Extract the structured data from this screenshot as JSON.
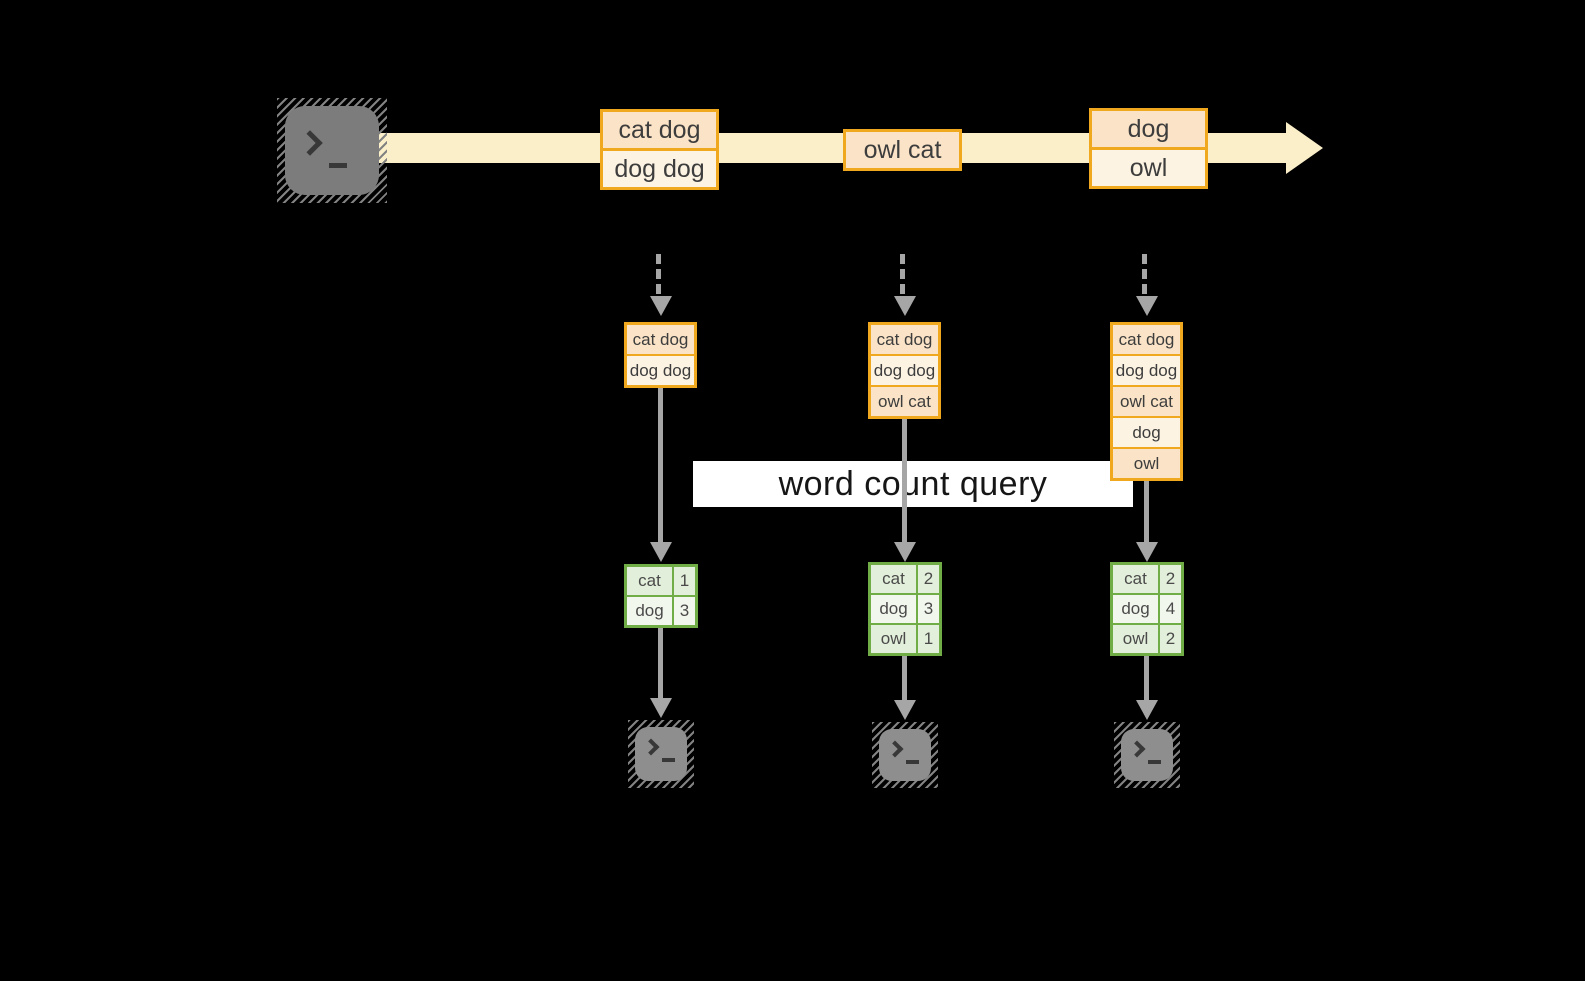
{
  "query_label": "word count query",
  "timeline": {
    "events": [
      [
        "cat dog",
        "dog dog"
      ],
      [
        "owl cat"
      ],
      [
        "dog",
        "owl"
      ]
    ]
  },
  "columns": [
    {
      "buffer": [
        "cat dog",
        "dog dog"
      ],
      "counts": [
        {
          "word": "cat",
          "count": "1"
        },
        {
          "word": "dog",
          "count": "3"
        }
      ]
    },
    {
      "buffer": [
        "cat dog",
        "dog dog",
        "owl cat"
      ],
      "counts": [
        {
          "word": "cat",
          "count": "2"
        },
        {
          "word": "dog",
          "count": "3"
        },
        {
          "word": "owl",
          "count": "1"
        }
      ]
    },
    {
      "buffer": [
        "cat dog",
        "dog dog",
        "owl cat",
        "dog",
        "owl"
      ],
      "counts": [
        {
          "word": "cat",
          "count": "2"
        },
        {
          "word": "dog",
          "count": "4"
        },
        {
          "word": "owl",
          "count": "2"
        }
      ]
    }
  ],
  "icons": {
    "source": "terminal-icon",
    "output": "terminal-icon"
  },
  "colors": {
    "background": "#000000",
    "stream_band": "#FAEFC9",
    "record_fill_peach": "#FAE3C6",
    "record_fill_cream": "#FDF3E3",
    "record_border_orange": "#F0A81E",
    "table_border_green": "#70AD47",
    "table_cell_green_dark": "#E2EFDA",
    "table_cell_green_light": "#F2F7EE",
    "arrow_gray": "#A6A6A6",
    "terminal_gray_source": "#7C7C7C",
    "terminal_gray_output": "#8E8E8E",
    "label_background": "#FFFFFF",
    "label_text": "#161616"
  }
}
